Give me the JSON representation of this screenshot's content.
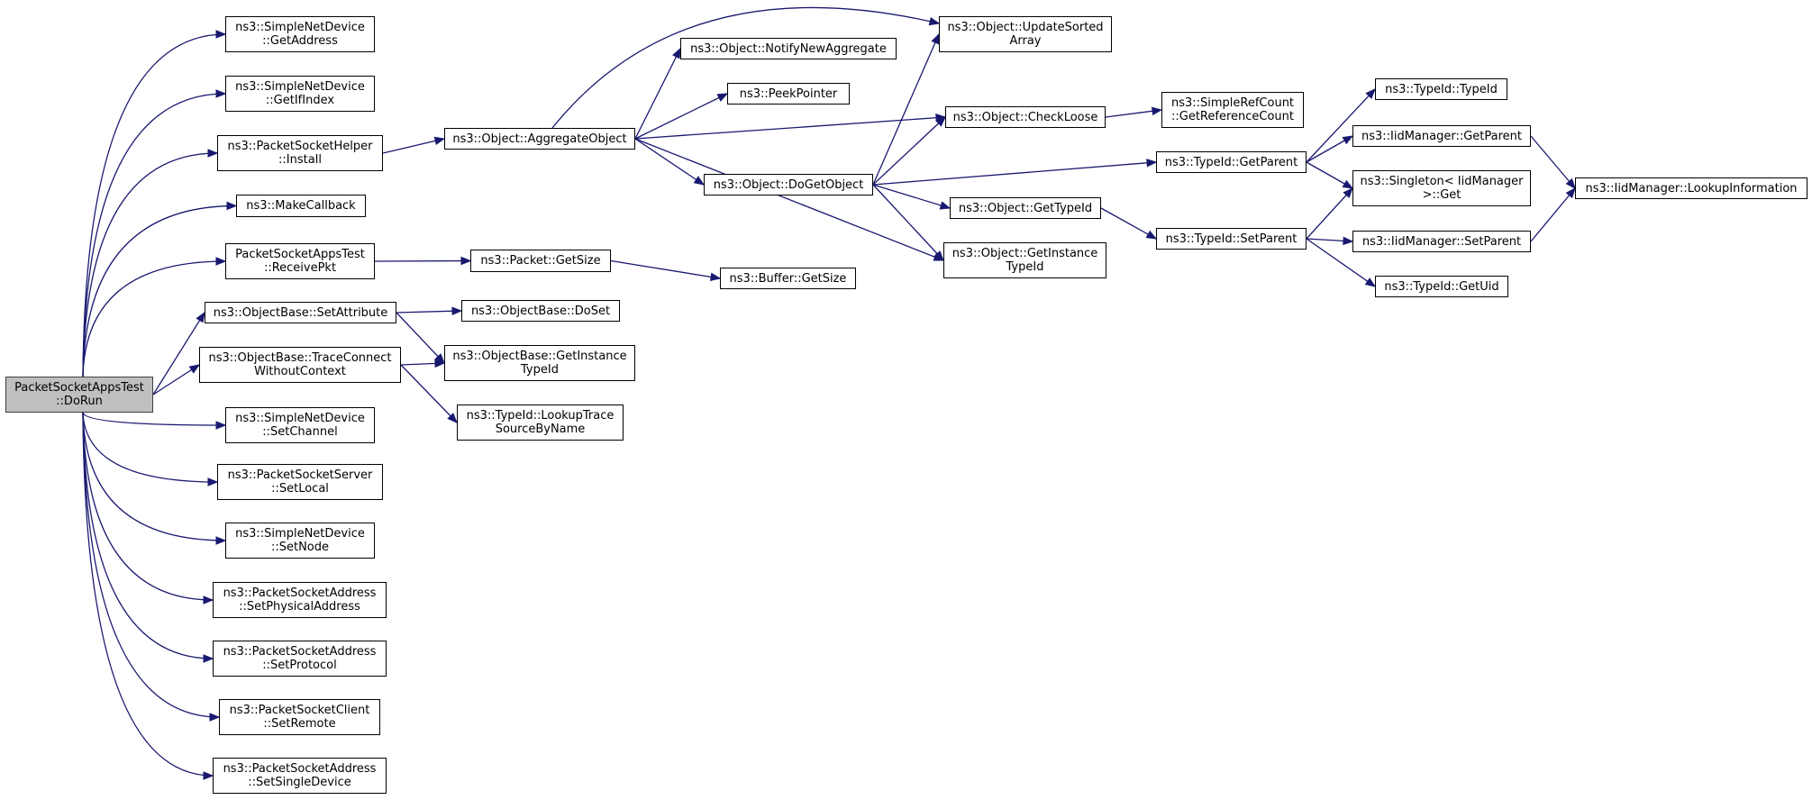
{
  "graph": {
    "nodes": [
      {
        "id": "dorun",
        "label": "PacketSocketAppsTest\n::DoRun",
        "root": true
      },
      {
        "id": "sn_getaddress",
        "label": "ns3::SimpleNetDevice\n::GetAddress"
      },
      {
        "id": "sn_getifindex",
        "label": "ns3::SimpleNetDevice\n::GetIfIndex"
      },
      {
        "id": "psh_install",
        "label": "ns3::PacketSocketHelper\n::Install"
      },
      {
        "id": "makecallback",
        "label": "ns3::MakeCallback"
      },
      {
        "id": "receivepkt",
        "label": "PacketSocketAppsTest\n::ReceivePkt"
      },
      {
        "id": "ob_setattribute",
        "label": "ns3::ObjectBase::SetAttribute"
      },
      {
        "id": "ob_traceconnect",
        "label": "ns3::ObjectBase::TraceConnect\nWithoutContext"
      },
      {
        "id": "sn_setchannel",
        "label": "ns3::SimpleNetDevice\n::SetChannel"
      },
      {
        "id": "pss_setlocal",
        "label": "ns3::PacketSocketServer\n::SetLocal"
      },
      {
        "id": "sn_setnode",
        "label": "ns3::SimpleNetDevice\n::SetNode"
      },
      {
        "id": "psa_setphysical",
        "label": "ns3::PacketSocketAddress\n::SetPhysicalAddress"
      },
      {
        "id": "psa_setprotocol",
        "label": "ns3::PacketSocketAddress\n::SetProtocol"
      },
      {
        "id": "psc_setremote",
        "label": "ns3::PacketSocketClient\n::SetRemote"
      },
      {
        "id": "psa_setsingle",
        "label": "ns3::PacketSocketAddress\n::SetSingleDevice"
      },
      {
        "id": "obj_aggregate",
        "label": "ns3::Object::AggregateObject"
      },
      {
        "id": "packet_getsize",
        "label": "ns3::Packet::GetSize"
      },
      {
        "id": "ob_doset",
        "label": "ns3::ObjectBase::DoSet"
      },
      {
        "id": "ob_getinstancetypeid",
        "label": "ns3::ObjectBase::GetInstance\nTypeId"
      },
      {
        "id": "typeid_lookuptrace",
        "label": "ns3::TypeId::LookupTrace\nSourceByName"
      },
      {
        "id": "obj_updatesorted",
        "label": "ns3::Object::UpdateSorted\nArray"
      },
      {
        "id": "obj_notifynew",
        "label": "ns3::Object::NotifyNewAggregate"
      },
      {
        "id": "peekpointer",
        "label": "ns3::PeekPointer"
      },
      {
        "id": "obj_checkloose",
        "label": "ns3::Object::CheckLoose"
      },
      {
        "id": "obj_dogetobject",
        "label": "ns3::Object::DoGetObject"
      },
      {
        "id": "obj_gettypeid",
        "label": "ns3::Object::GetTypeId"
      },
      {
        "id": "obj_getinstancetypeid",
        "label": "ns3::Object::GetInstance\nTypeId"
      },
      {
        "id": "buffer_getsize",
        "label": "ns3::Buffer::GetSize"
      },
      {
        "id": "simplerefcount",
        "label": "ns3::SimpleRefCount\n::GetReferenceCount"
      },
      {
        "id": "typeid_getparent",
        "label": "ns3::TypeId::GetParent"
      },
      {
        "id": "typeid_setparent",
        "label": "ns3::TypeId::SetParent"
      },
      {
        "id": "typeid_typeid",
        "label": "ns3::TypeId::TypeId"
      },
      {
        "id": "iid_getparent",
        "label": "ns3::IidManager::GetParent"
      },
      {
        "id": "singleton_get",
        "label": "ns3::Singleton< IidManager\n>::Get"
      },
      {
        "id": "iid_setparent",
        "label": "ns3::IidManager::SetParent"
      },
      {
        "id": "typeid_getuid",
        "label": "ns3::TypeId::GetUid"
      },
      {
        "id": "iid_lookupinfo",
        "label": "ns3::IidManager::LookupInformation"
      }
    ],
    "edges": [
      [
        "dorun",
        "sn_getaddress"
      ],
      [
        "dorun",
        "sn_getifindex"
      ],
      [
        "dorun",
        "psh_install"
      ],
      [
        "dorun",
        "makecallback"
      ],
      [
        "dorun",
        "receivepkt"
      ],
      [
        "dorun",
        "ob_setattribute"
      ],
      [
        "dorun",
        "ob_traceconnect"
      ],
      [
        "dorun",
        "sn_setchannel"
      ],
      [
        "dorun",
        "pss_setlocal"
      ],
      [
        "dorun",
        "sn_setnode"
      ],
      [
        "dorun",
        "psa_setphysical"
      ],
      [
        "dorun",
        "psa_setprotocol"
      ],
      [
        "dorun",
        "psc_setremote"
      ],
      [
        "dorun",
        "psa_setsingle"
      ],
      [
        "psh_install",
        "obj_aggregate"
      ],
      [
        "receivepkt",
        "packet_getsize"
      ],
      [
        "ob_setattribute",
        "ob_doset"
      ],
      [
        "ob_setattribute",
        "ob_getinstancetypeid"
      ],
      [
        "ob_traceconnect",
        "ob_getinstancetypeid"
      ],
      [
        "ob_traceconnect",
        "typeid_lookuptrace"
      ],
      [
        "obj_aggregate",
        "obj_updatesorted"
      ],
      [
        "obj_aggregate",
        "obj_notifynew"
      ],
      [
        "obj_aggregate",
        "peekpointer"
      ],
      [
        "obj_aggregate",
        "obj_checkloose"
      ],
      [
        "obj_aggregate",
        "obj_dogetobject"
      ],
      [
        "obj_aggregate",
        "obj_getinstancetypeid"
      ],
      [
        "packet_getsize",
        "buffer_getsize"
      ],
      [
        "obj_dogetobject",
        "obj_updatesorted"
      ],
      [
        "obj_dogetobject",
        "obj_checkloose"
      ],
      [
        "obj_dogetobject",
        "typeid_getparent"
      ],
      [
        "obj_dogetobject",
        "obj_gettypeid"
      ],
      [
        "obj_dogetobject",
        "obj_getinstancetypeid"
      ],
      [
        "obj_checkloose",
        "simplerefcount"
      ],
      [
        "obj_gettypeid",
        "typeid_setparent"
      ],
      [
        "typeid_getparent",
        "typeid_typeid"
      ],
      [
        "typeid_getparent",
        "iid_getparent"
      ],
      [
        "typeid_getparent",
        "singleton_get"
      ],
      [
        "typeid_setparent",
        "singleton_get"
      ],
      [
        "typeid_setparent",
        "iid_setparent"
      ],
      [
        "typeid_setparent",
        "typeid_getuid"
      ],
      [
        "iid_getparent",
        "iid_lookupinfo"
      ],
      [
        "iid_setparent",
        "iid_lookupinfo"
      ]
    ]
  }
}
